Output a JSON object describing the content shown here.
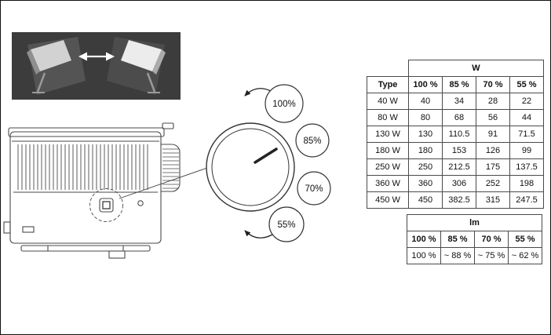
{
  "colors": {
    "line": "#4a4a4a",
    "panel_bg": "#3c3c3c",
    "text": "#111111"
  },
  "dial": {
    "labels": [
      "100%",
      "85%",
      "70%",
      "55%"
    ]
  },
  "power_table": {
    "unit_header": "W",
    "col_headers": [
      "Type",
      "100 %",
      "85 %",
      "70 %",
      "55 %"
    ],
    "rows": [
      [
        "40 W",
        "40",
        "34",
        "28",
        "22"
      ],
      [
        "80 W",
        "80",
        "68",
        "56",
        "44"
      ],
      [
        "130 W",
        "130",
        "110.5",
        "91",
        "71.5"
      ],
      [
        "180 W",
        "180",
        "153",
        "126",
        "99"
      ],
      [
        "250 W",
        "250",
        "212.5",
        "175",
        "137.5"
      ],
      [
        "360 W",
        "360",
        "306",
        "252",
        "198"
      ],
      [
        "450 W",
        "450",
        "382.5",
        "315",
        "247.5"
      ]
    ]
  },
  "lumen_table": {
    "unit_header": "lm",
    "col_headers": [
      "100 %",
      "85 %",
      "70 %",
      "55 %"
    ],
    "rows": [
      [
        "100 %",
        "~ 88 %",
        "~ 75 %",
        "~ 62 %"
      ]
    ]
  }
}
